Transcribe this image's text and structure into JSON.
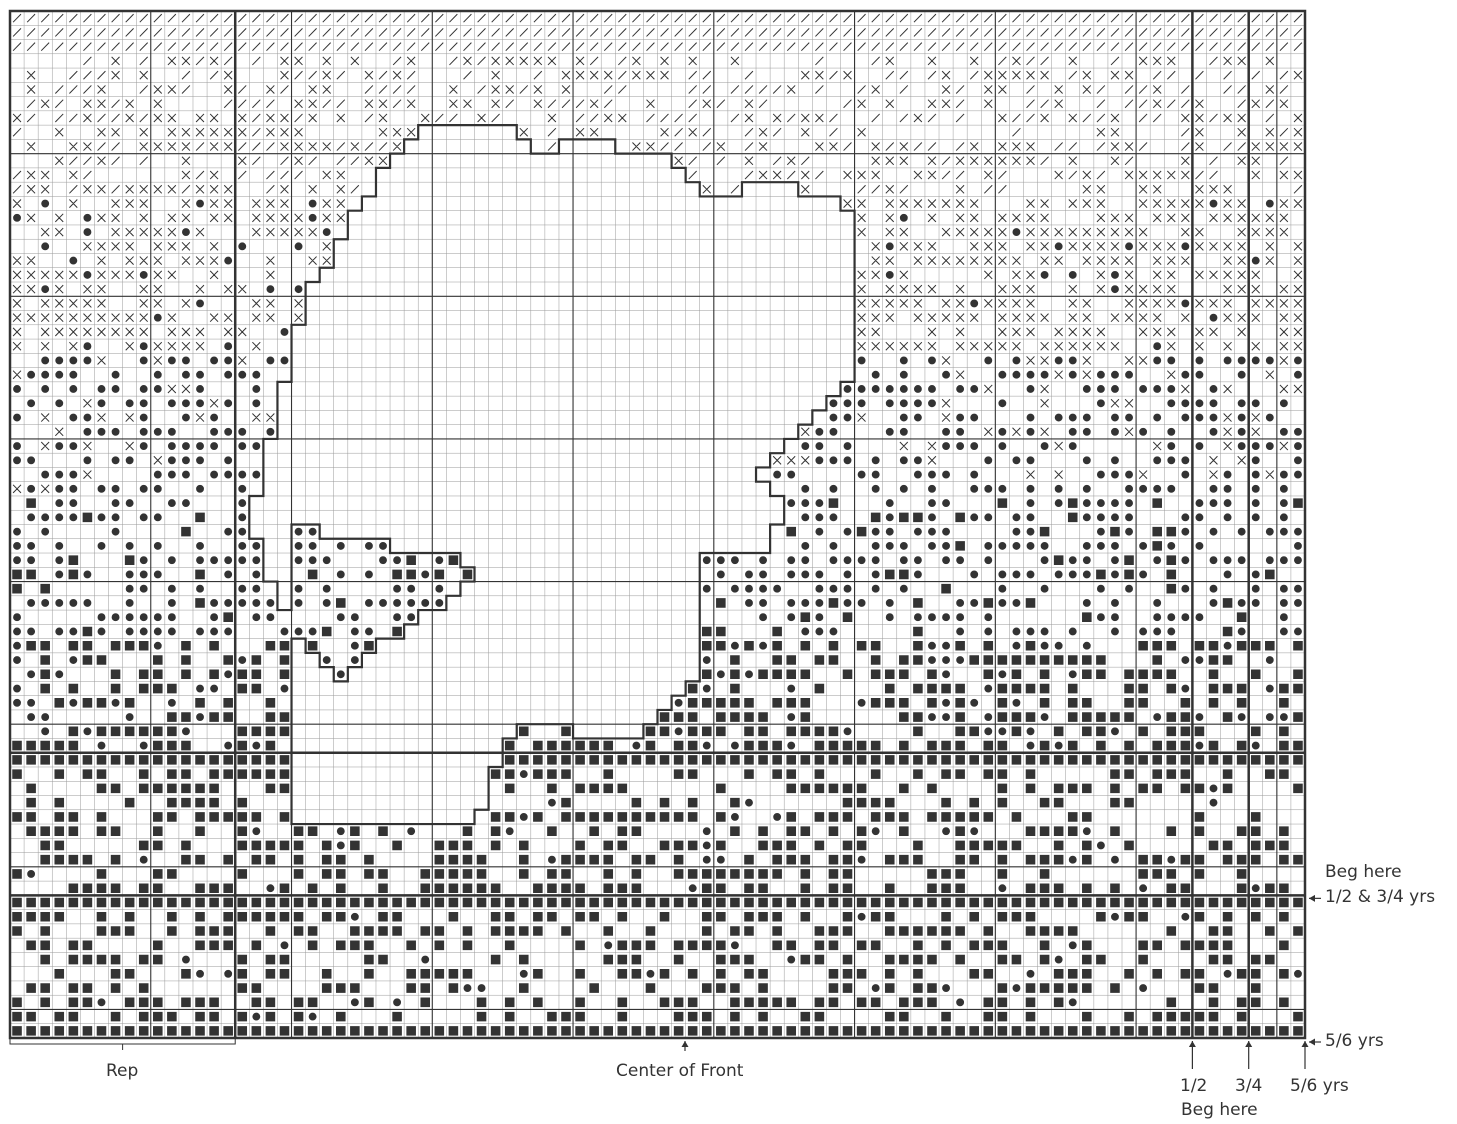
{
  "chart": {
    "columns": 92,
    "rows": 72,
    "colors": {
      "ink": "#333333",
      "grid": "#9a9a9a",
      "background": "#ffffff"
    },
    "symbols": [
      "cross",
      "slash",
      "dot",
      "square"
    ]
  },
  "labels": {
    "rep": "Rep",
    "center_of_front": "Center of Front",
    "beg_here_right": "Beg here",
    "sizes_half_three_quarter": "1/2 & 3/4 yrs",
    "five_six_right": "5/6 yrs",
    "bottom_half": "1/2",
    "bottom_three_quarter": "3/4",
    "bottom_five_six": "5/6 yrs",
    "beg_here_bottom": "Beg here"
  }
}
